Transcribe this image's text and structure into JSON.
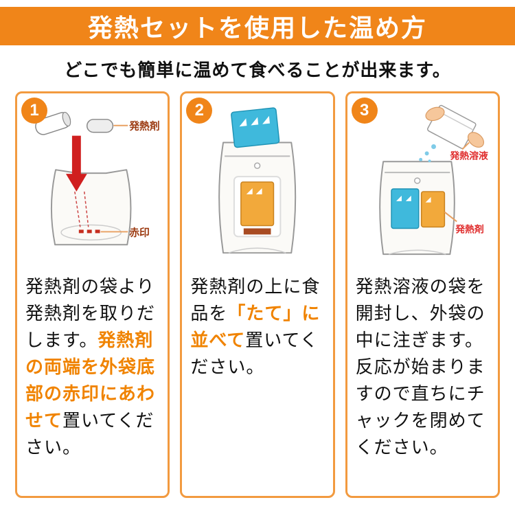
{
  "colors": {
    "accent_orange": "#F08519",
    "card_border": "#F29A3F",
    "arrow_red": "#D01F1F",
    "label_brown": "#9C3B12",
    "label_red": "#E03030",
    "pack_blue": "#3FB9DC",
    "pack_orange": "#F2A93B"
  },
  "header": {
    "title": "発熱セットを使用した温め方",
    "subtitle": "どこでも簡単に温めて食べることが出来ます。"
  },
  "steps": [
    {
      "number": "1",
      "labels": {
        "top": "発熱剤",
        "bottom": "赤印"
      },
      "text": {
        "p1": "発熱剤の袋より発熱剤を取りだします。",
        "accent": "発熱剤の両端を外袋底部の赤印にあわせて",
        "p2": "置いてください。"
      }
    },
    {
      "number": "2",
      "text": {
        "p1": "発熱剤の上に食品を",
        "accent": "「たて」に並べて",
        "p2": "置いてください。"
      }
    },
    {
      "number": "3",
      "labels": {
        "top": "発熱溶液",
        "bottom": "発熱剤"
      },
      "text": {
        "p1": "発熱溶液の袋を開封し、外袋の中に注ぎます。",
        "p2": "反応が始まりますので直ちにチャックを閉めてください。"
      }
    }
  ]
}
